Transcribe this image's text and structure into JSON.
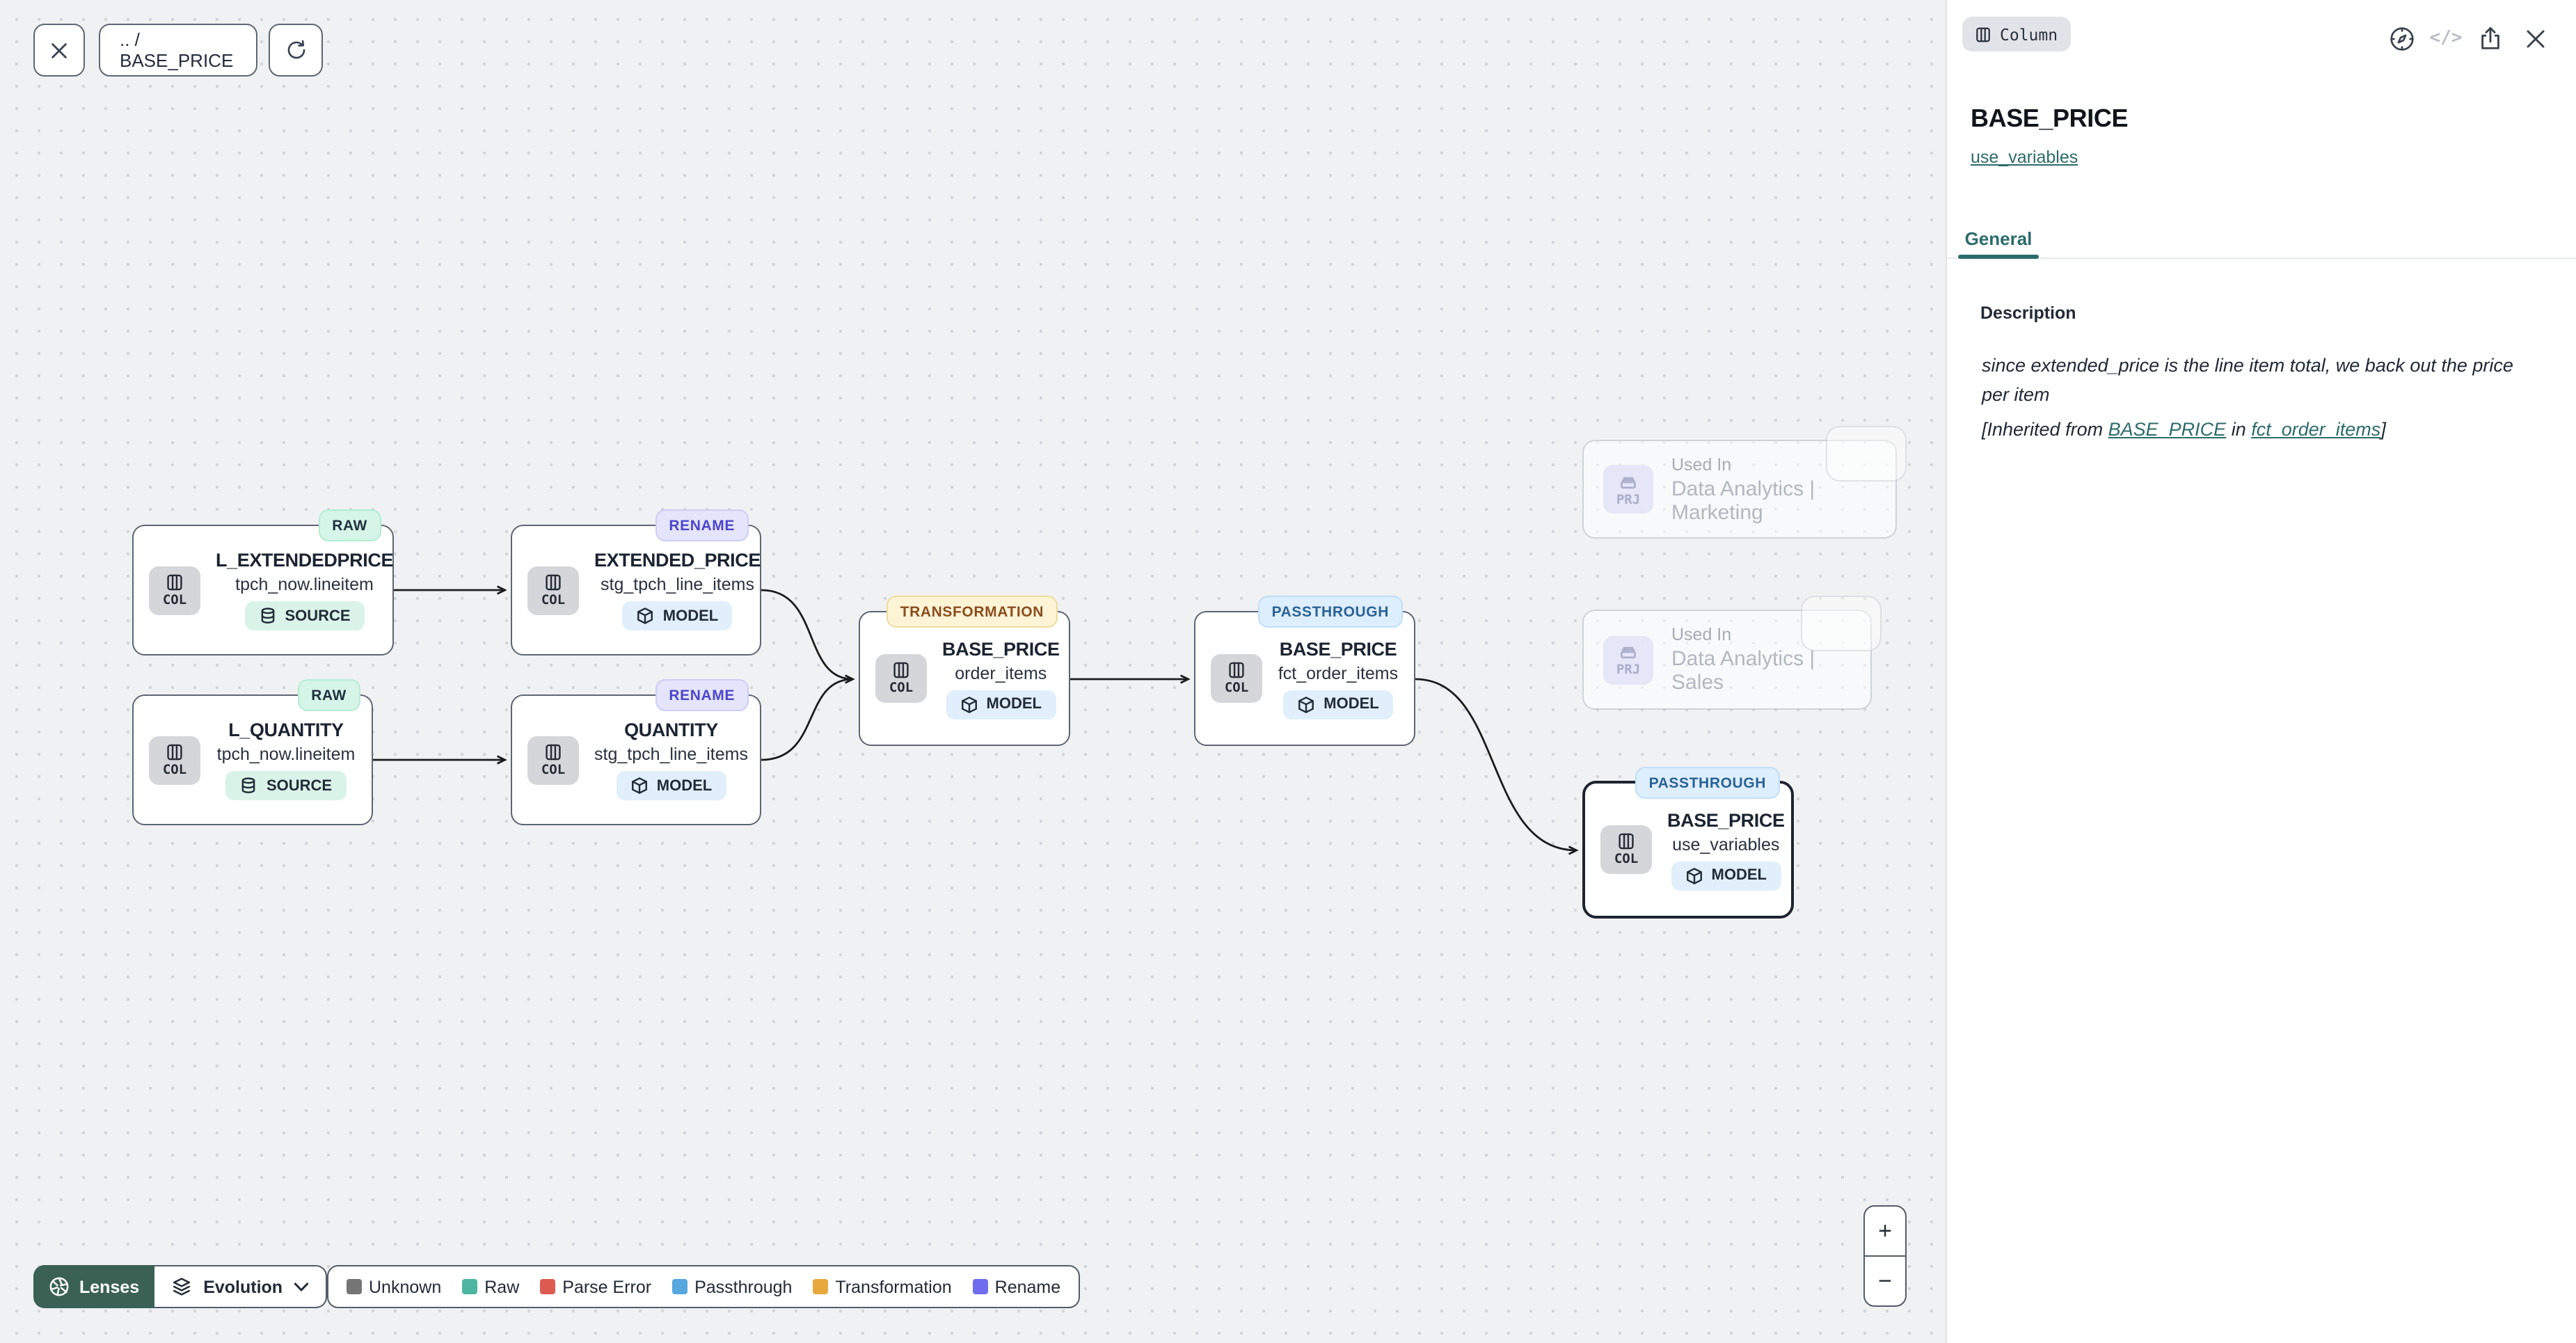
{
  "toolbar": {
    "breadcrumb": ".. / BASE_PRICE"
  },
  "panel": {
    "type_badge": "Column",
    "code_icon_text": "</>",
    "title": "BASE_PRICE",
    "model_link": "use_variables",
    "tabs": [
      {
        "label": "General",
        "active": true
      }
    ],
    "description": {
      "heading": "Description",
      "body": "since extended_price is the line item total, we back out the price per item",
      "inherited_prefix": "[Inherited from ",
      "inherited_link_column": "BASE_PRICE",
      "inherited_middle": " in ",
      "inherited_link_model": "fct_order_items",
      "inherited_suffix": "]"
    }
  },
  "nodes": [
    {
      "kind": "RAW",
      "title": "L_EXTENDEDPRICE",
      "subtitle": "tpch_now.lineitem",
      "type": "SOURCE",
      "icon_label": "COL"
    },
    {
      "kind": "RENAME",
      "title": "EXTENDED_PRICE",
      "subtitle": "stg_tpch_line_items",
      "type": "MODEL",
      "icon_label": "COL"
    },
    {
      "kind": "RAW",
      "title": "L_QUANTITY",
      "subtitle": "tpch_now.lineitem",
      "type": "SOURCE",
      "icon_label": "COL"
    },
    {
      "kind": "RENAME",
      "title": "QUANTITY",
      "subtitle": "stg_tpch_line_items",
      "type": "MODEL",
      "icon_label": "COL"
    },
    {
      "kind": "TRANSFORMATION",
      "title": "BASE_PRICE",
      "subtitle": "order_items",
      "type": "MODEL",
      "icon_label": "COL"
    },
    {
      "kind": "PASSTHROUGH",
      "title": "BASE_PRICE",
      "subtitle": "fct_order_items",
      "type": "MODEL",
      "icon_label": "COL"
    },
    {
      "kind": "PASSTHROUGH",
      "title": "BASE_PRICE",
      "subtitle": "use_variables",
      "type": "MODEL",
      "icon_label": "COL",
      "selected": true
    }
  ],
  "used_in": [
    {
      "label": "Used In",
      "project": "Data Analytics | Marketing",
      "icon_label": "PRJ"
    },
    {
      "label": "Used In",
      "project": "Data Analytics | Sales",
      "icon_label": "PRJ"
    }
  ],
  "lenses_bar": {
    "lenses_label": "Lenses",
    "selected_lens": "Evolution"
  },
  "legend": {
    "items": [
      {
        "label": "Unknown",
        "color": "#757575"
      },
      {
        "label": "Raw",
        "color": "#4db6a2"
      },
      {
        "label": "Parse Error",
        "color": "#dd5b51"
      },
      {
        "label": "Passthrough",
        "color": "#58a6df"
      },
      {
        "label": "Transformation",
        "color": "#e7a93e"
      },
      {
        "label": "Rename",
        "color": "#6f6cee"
      }
    ]
  },
  "zoom_controls": {
    "zoom_in": "+",
    "zoom_out": "−"
  },
  "colors": {
    "accent_teal": "#2c6b6c",
    "lenses_button": "#3a6154",
    "canvas_bg": "#f0f1f3",
    "node_border": "#5d6675",
    "selected_node_border": "#1d2532",
    "badge_raw_bg": "#d4f5e7",
    "badge_rename_bg": "#e4e4fb",
    "badge_rename_text": "#4c46c8",
    "badge_transformation_bg": "#fcf4d4",
    "badge_transformation_text": "#8a4d1f",
    "badge_passthrough_bg": "#ddeefc",
    "badge_passthrough_text": "#2a6296",
    "source_badge_bg": "#daf3e8",
    "model_badge_bg": "#e1effc"
  }
}
